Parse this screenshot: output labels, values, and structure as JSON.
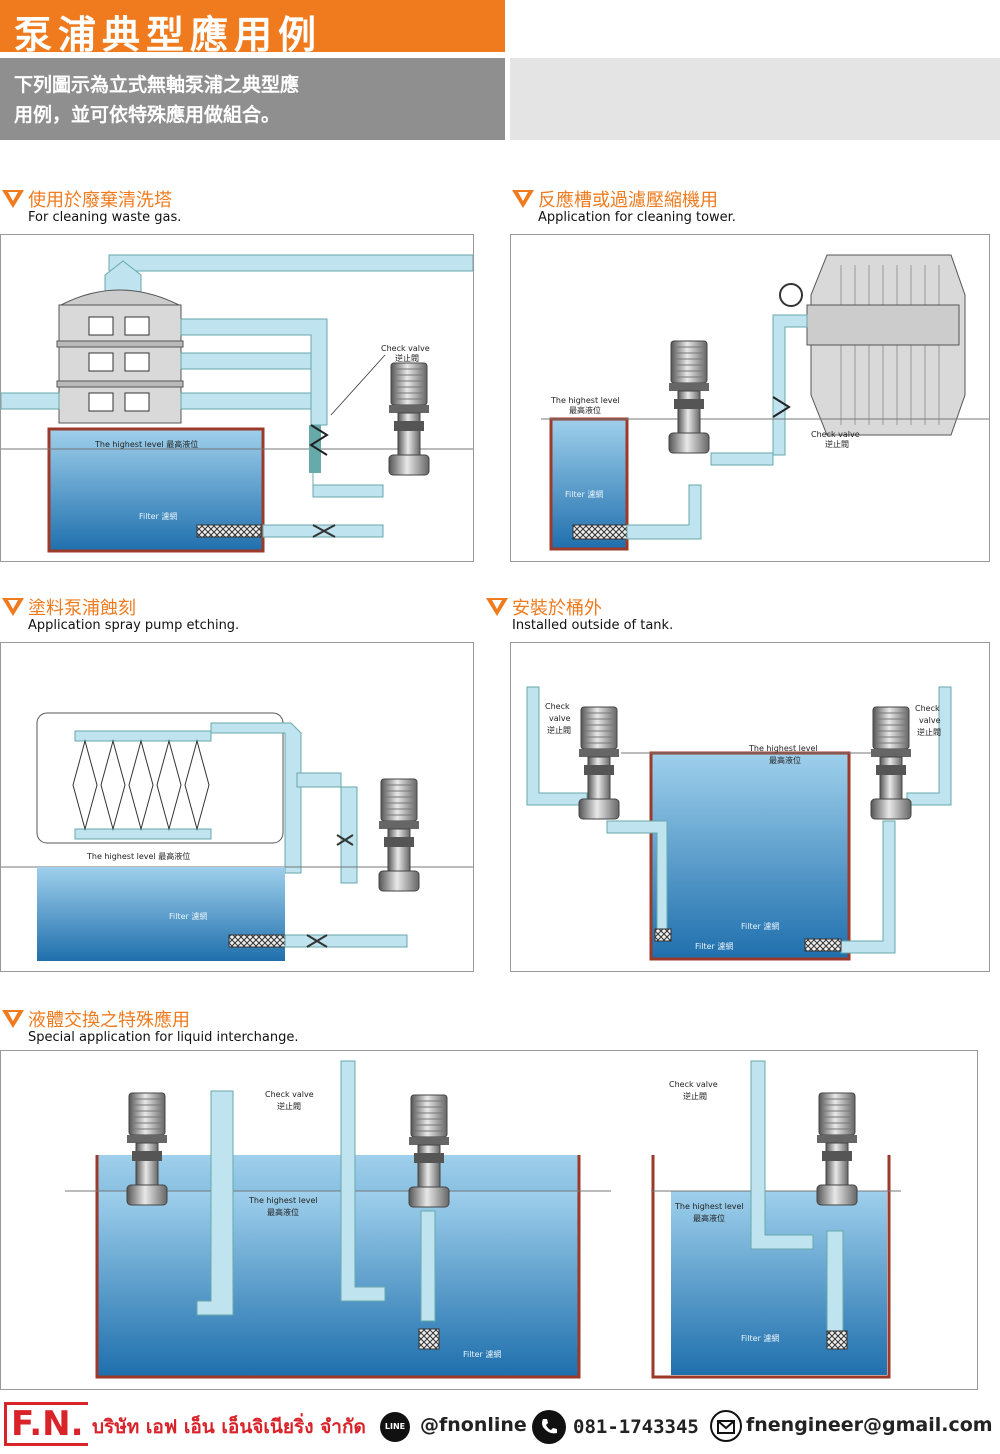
{
  "header": {
    "title": "泵浦典型應用例",
    "intro_line1": "下列圖示為立式無軸泵浦之典型應",
    "intro_line2": "用例，並可依特殊應用做組合。"
  },
  "sections": [
    {
      "zh": "使用於廢棄清洗塔",
      "en": "For cleaning waste gas."
    },
    {
      "zh": "反應槽或過濾壓縮機用",
      "en": "Application for cleaning tower."
    },
    {
      "zh": "塗料泵浦蝕刻",
      "en": "Application spray pump etching."
    },
    {
      "zh": "安裝於桶外",
      "en": "Installed outside of tank."
    },
    {
      "zh": "液體交換之特殊應用",
      "en": "Special application for liquid interchange."
    }
  ],
  "labels": {
    "check_valve": "Check valve",
    "check_valve_zh": "逆止閥",
    "check": "Check",
    "valve": "valve",
    "highest_level": "The highest level",
    "highest_level_zh": "最高液位",
    "highest_level_full": "The highest level 最高液位",
    "filter": "Filter 濾網"
  },
  "footer": {
    "logo": "F.N.",
    "company": "บริษัท เอฟ เอ็น เอ็นจิเนียริ่ง จำกัด",
    "line_badge": "LINE",
    "line_id": "@fnonline",
    "phone": "081-1743345",
    "email": "fnengineer@gmail.com"
  },
  "colors": {
    "accent": "#f07b1f",
    "pipe": "#bfe3ef",
    "water_top": "#8cc6e6",
    "water_bottom": "#1d6fae",
    "tank_border": "#9b3a2a"
  }
}
